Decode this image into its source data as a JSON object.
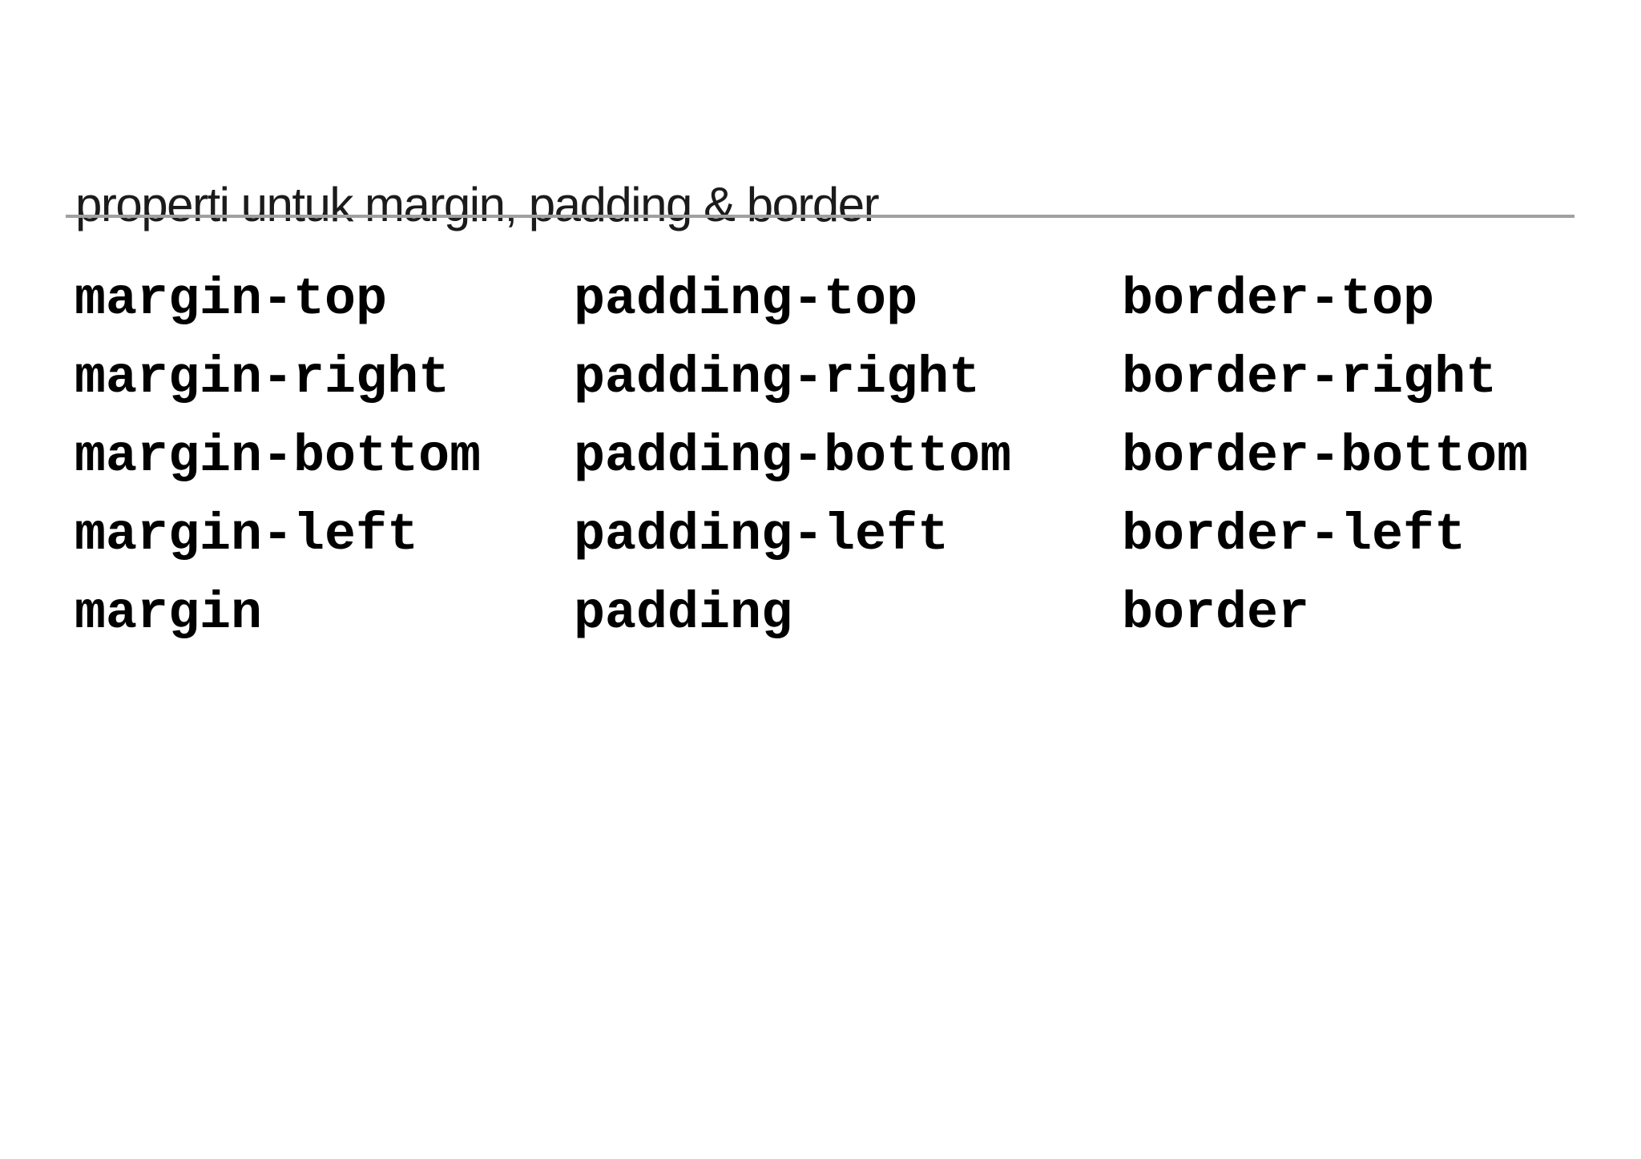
{
  "page": {
    "background_color": "#ffffff",
    "text_color": "#000000"
  },
  "header": {
    "title": "properti untuk margin, padding & border",
    "title_color": "#1b1b1b",
    "divider_color": "#a0a0a0"
  },
  "properties": {
    "columns": [
      {
        "name": "margin",
        "items": [
          "margin-top",
          "margin-right",
          "margin-bottom",
          "margin-left",
          "margin"
        ]
      },
      {
        "name": "padding",
        "items": [
          "padding-top",
          "padding-right",
          "padding-bottom",
          "padding-left",
          "padding"
        ]
      },
      {
        "name": "border",
        "items": [
          "border-top",
          "border-right",
          "border-bottom",
          "border-left",
          "border"
        ]
      }
    ]
  }
}
